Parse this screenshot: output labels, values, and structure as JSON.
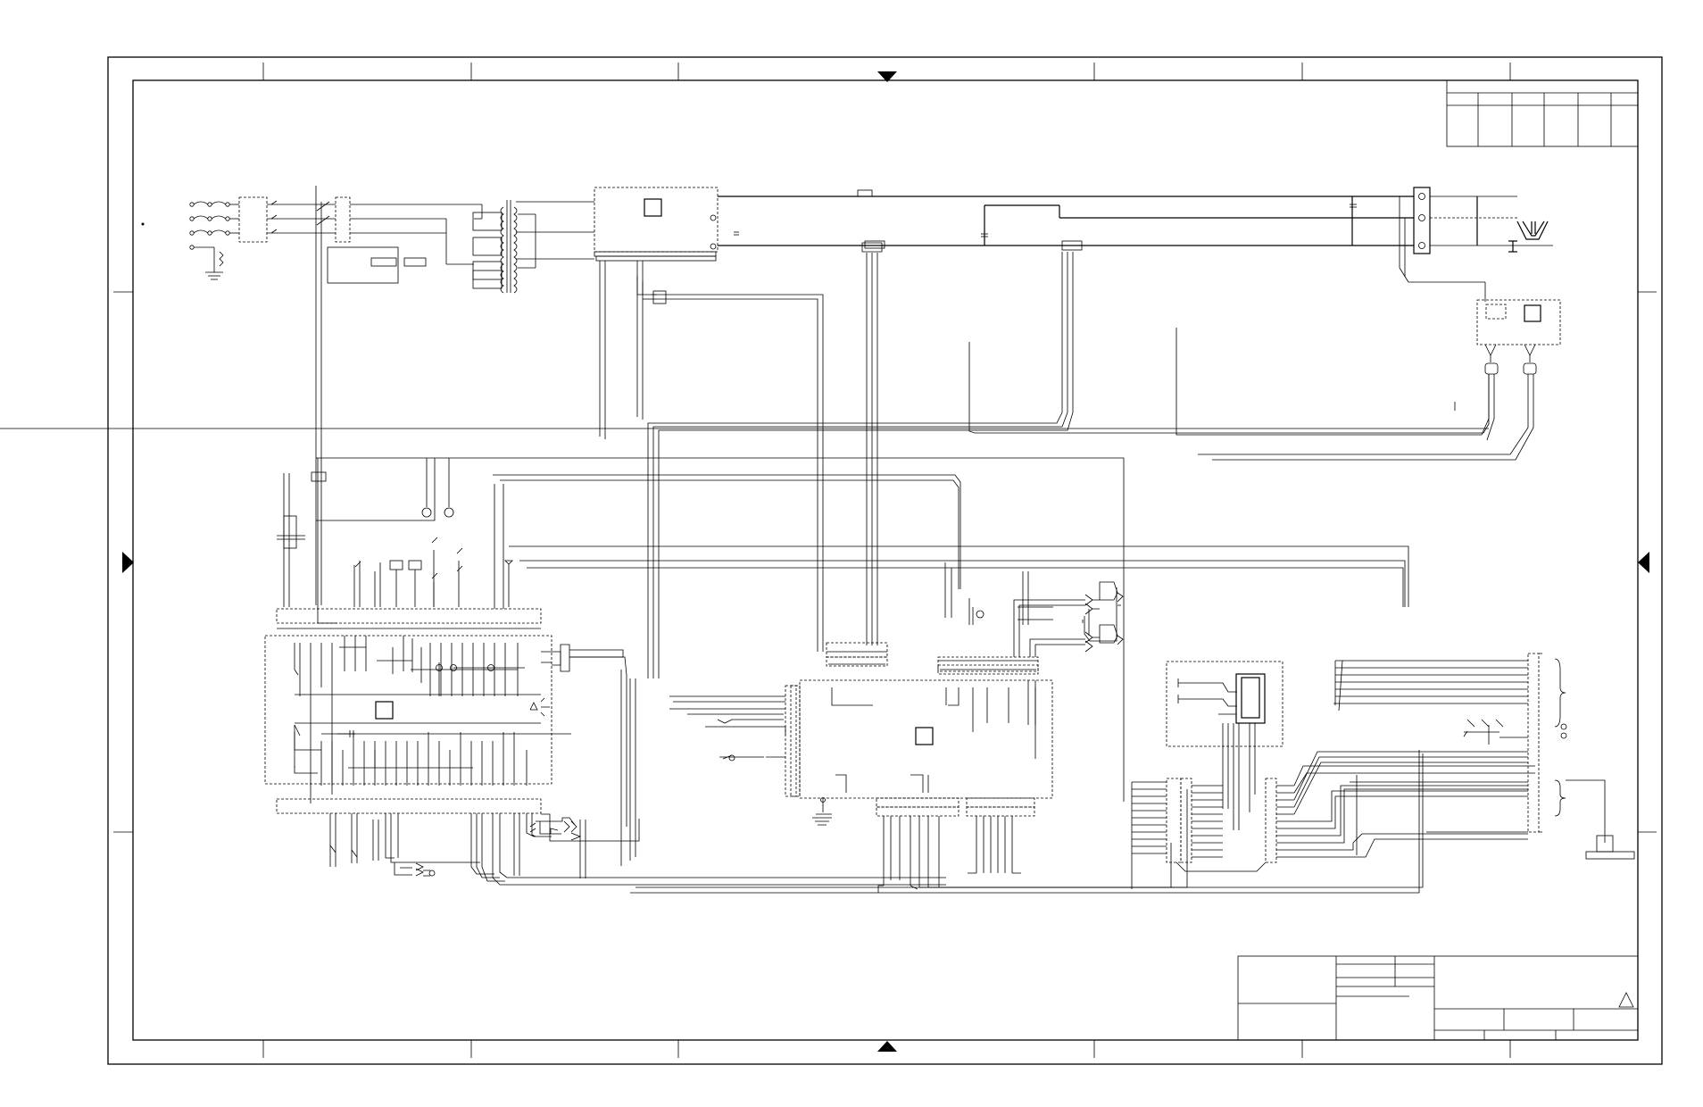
{
  "colors": {
    "ink": "#000000",
    "paper": "#ffffff"
  },
  "drawing": {
    "modules": [
      {
        "name": "input-filter-module",
        "label": ""
      },
      {
        "name": "main-control-board",
        "label": ""
      },
      {
        "name": "interface-board",
        "label": ""
      },
      {
        "name": "output-module",
        "label": ""
      },
      {
        "name": "auxiliary-module",
        "label": ""
      }
    ],
    "title_block": {
      "title": "",
      "drawing_number": "",
      "revision": "",
      "sheet": ""
    },
    "revision_table": {
      "columns": 6,
      "entries": []
    }
  },
  "icons": [
    "ground-icon",
    "fuse-icon",
    "torch-icon",
    "warning-triangle-icon",
    "zone-arrow-icon"
  ]
}
